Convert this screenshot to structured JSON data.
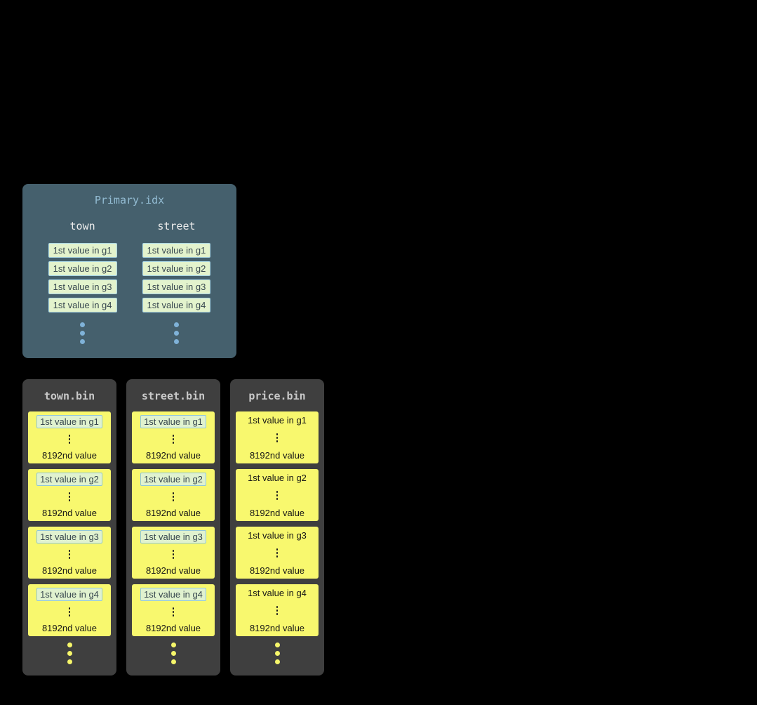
{
  "primary_index": {
    "title": "Primary.idx",
    "columns": [
      {
        "name": "town",
        "values": [
          "1st value in g1",
          "1st value in g2",
          "1st value in g3",
          "1st value in g4"
        ]
      },
      {
        "name": "street",
        "values": [
          "1st value in g1",
          "1st value in g2",
          "1st value in g3",
          "1st value in g4"
        ]
      }
    ]
  },
  "bin_files": [
    {
      "title": "town.bin",
      "granules": [
        {
          "first": "1st value in g1",
          "last": "8192nd value"
        },
        {
          "first": "1st value in g2",
          "last": "8192nd value"
        },
        {
          "first": "1st value in g3",
          "last": "8192nd value"
        },
        {
          "first": "1st value in g4",
          "last": "8192nd value"
        }
      ]
    },
    {
      "title": "street.bin",
      "granules": [
        {
          "first": "1st value in g1",
          "last": "8192nd value"
        },
        {
          "first": "1st value in g2",
          "last": "8192nd value"
        },
        {
          "first": "1st value in g3",
          "last": "8192nd value"
        },
        {
          "first": "1st value in g4",
          "last": "8192nd value"
        }
      ]
    },
    {
      "title": "price.bin",
      "granules": [
        {
          "first": "1st value in g1",
          "last": "8192nd value"
        },
        {
          "first": "1st value in g2",
          "last": "8192nd value"
        },
        {
          "first": "1st value in g3",
          "last": "8192nd value"
        },
        {
          "first": "1st value in g4",
          "last": "8192nd value"
        }
      ]
    }
  ],
  "colors": {
    "background": "#000000",
    "primary_panel_bg": "#45606d",
    "primary_title_text": "#93bcd3",
    "primary_header_text": "#ececec",
    "index_chip_bg": "#e3f3cd",
    "index_chip_border": "#a9d6e5",
    "ellipsis_blue": "#7fb2d8",
    "bin_panel_bg": "#3f3f3f",
    "bin_title_text": "#c9c9c9",
    "granule_bg": "#f8f86e",
    "ellipsis_yellow": "#f6f66a"
  }
}
